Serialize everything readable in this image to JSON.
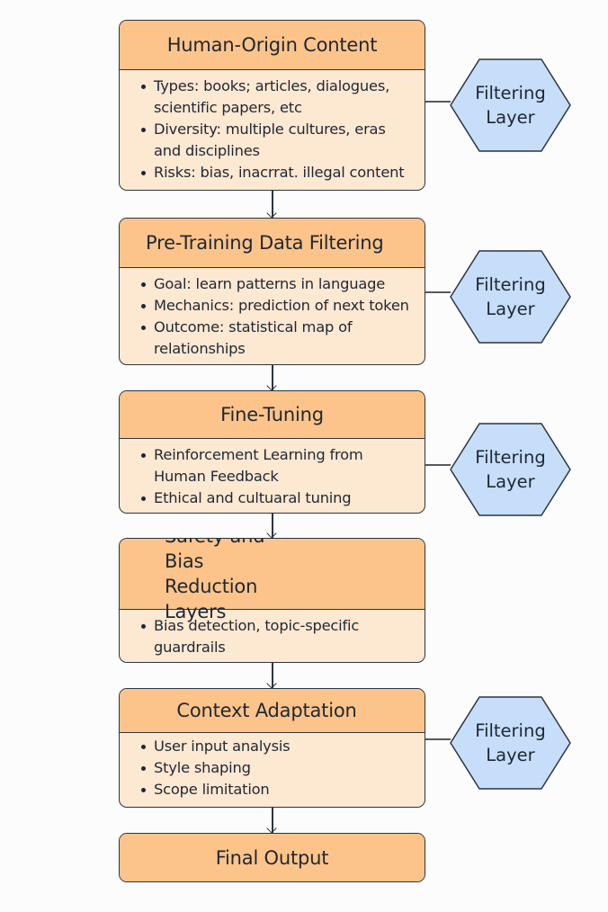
{
  "diagram": {
    "stages": [
      {
        "title": "Human-Origin Content",
        "bullets": [
          "Types: books; articles, dialogues, scientific papers, etc",
          "Diversity: multiple cultures, eras and disciplines",
          "Risks: bias, inacrrat. illegal content"
        ]
      },
      {
        "title": "Pre-Training Data Filtering",
        "bullets": [
          "Goal: learn patterns in language",
          "Mechanics: prediction of next token",
          "Outcome: statistical map of relationships"
        ]
      },
      {
        "title": "Fine-Tuning",
        "bullets": [
          "Reinforcement Learning from Human Feedback",
          "Ethical and cultuaral tuning"
        ]
      },
      {
        "title": "Safety and Bias Reduction Layers",
        "bullets": [
          "Bias detection, topic-specific guardrails"
        ]
      },
      {
        "title": "Context Adaptation",
        "bullets": [
          "User input analysis",
          "Style shaping",
          "Scope limitation"
        ]
      },
      {
        "title": "Final Output",
        "bullets": []
      }
    ],
    "filter_nodes": [
      {
        "label": "Filtering\nLayer",
        "attached_to": "Human-Origin Content"
      },
      {
        "label": "Filtering\nLayer",
        "attached_to": "Pre-Training Data Filtering"
      },
      {
        "label": "Filtering\nLayer",
        "attached_to": "Fine-Tuning"
      },
      {
        "label": "Filtering\nLayer",
        "attached_to": "Context Adaptation"
      }
    ],
    "colors": {
      "header_fill": "#fcc48a",
      "body_fill": "#fde8d2",
      "hex_fill": "#c6def9",
      "stroke": "#2d3440"
    }
  }
}
